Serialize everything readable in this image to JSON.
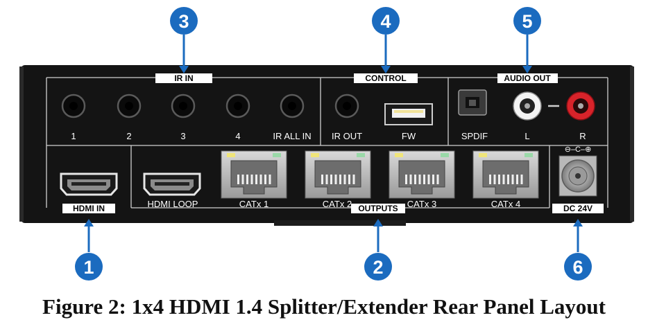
{
  "sections": {
    "ir_in": "IR IN",
    "control": "CONTROL",
    "audio_out": "AUDIO OUT",
    "hdmi_in": "HDMI IN",
    "outputs": "OUTPUTS",
    "dc": "DC 24V"
  },
  "ports": {
    "ir1": "1",
    "ir2": "2",
    "ir3": "3",
    "ir4": "4",
    "ir_all_in": "IR ALL IN",
    "ir_out": "IR OUT",
    "fw": "FW",
    "spdif": "SPDIF",
    "left": "L",
    "right": "R",
    "hdmi_loop": "HDMI LOOP",
    "catx1": "CATx 1",
    "catx2": "CATx 2",
    "catx3": "CATx 3",
    "catx4": "CATx 4"
  },
  "callouts": [
    "1",
    "2",
    "3",
    "4",
    "5",
    "6"
  ],
  "caption": "Figure 2: 1x4 HDMI 1.4 Splitter/Extender Rear Panel Layout",
  "colors": {
    "callout_blue": "#1b6bbf",
    "panel": "#141414",
    "rca_red": "#d8232a"
  }
}
